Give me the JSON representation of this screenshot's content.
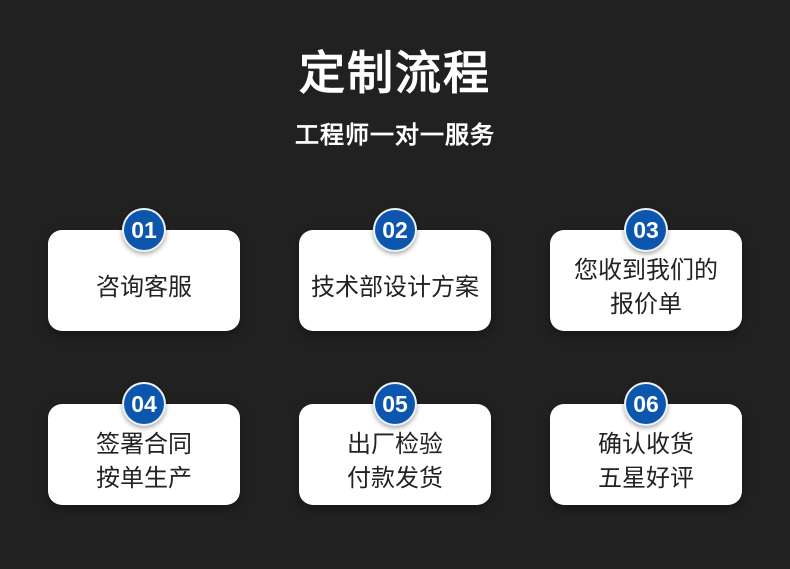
{
  "header": {
    "title": "定制流程",
    "subtitle": "工程师一对一服务"
  },
  "steps": [
    {
      "num": "01",
      "label": "咨询客服"
    },
    {
      "num": "02",
      "label": "技术部设计方案"
    },
    {
      "num": "03",
      "label": "您收到我们的\n报价单"
    },
    {
      "num": "04",
      "label": "签署合同\n按单生产"
    },
    {
      "num": "05",
      "label": "出厂检验\n付款发货"
    },
    {
      "num": "06",
      "label": "确认收货\n五星好评"
    }
  ],
  "colors": {
    "background": "#212121",
    "card_bg": "#ffffff",
    "accent_blue": "#0c56ae",
    "badge_text": "#ffffff",
    "title_text": "#ffffff",
    "card_text": "#222222"
  }
}
